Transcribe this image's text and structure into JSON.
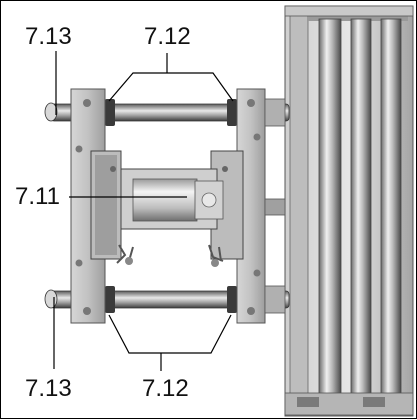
{
  "figure": {
    "callouts": {
      "top_left": "7.13",
      "top_center": "7.12",
      "middle_left": "7.11",
      "bottom_left": "7.13",
      "bottom_center": "7.12"
    }
  }
}
